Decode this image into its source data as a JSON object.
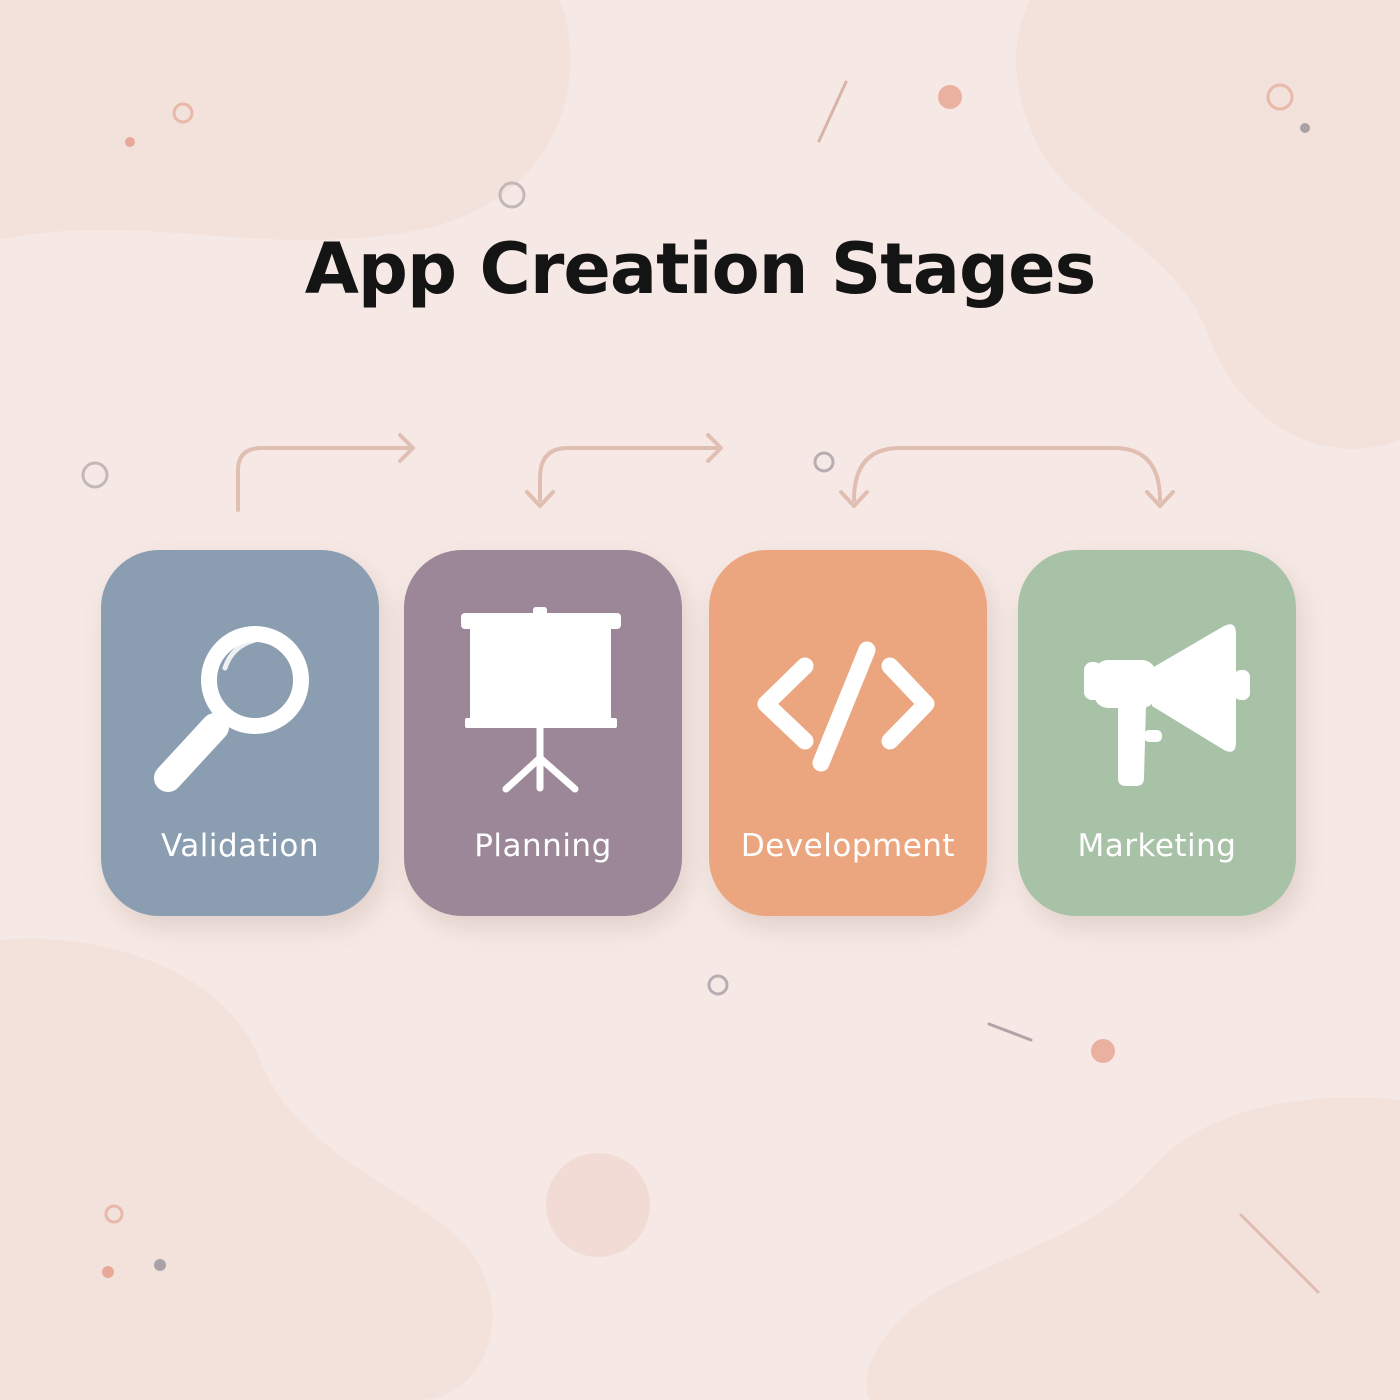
{
  "title": "App Creation Stages",
  "stages": [
    {
      "label": "Validation",
      "icon": "magnifying-glass-icon",
      "color": "#8a9db1"
    },
    {
      "label": "Planning",
      "icon": "presentation-board-icon",
      "color": "#9c8798"
    },
    {
      "label": "Development",
      "icon": "code-brackets-icon",
      "color": "#eba67f"
    },
    {
      "label": "Marketing",
      "icon": "megaphone-icon",
      "color": "#a7c2a7"
    }
  ],
  "colors": {
    "background": "#f6e9e5",
    "arrow": "#e0bfb2",
    "title": "#141414",
    "label": "#ffffff"
  }
}
